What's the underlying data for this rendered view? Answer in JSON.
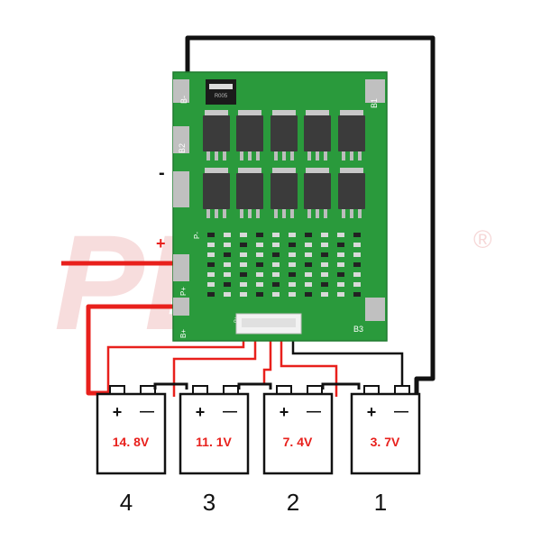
{
  "watermark": {
    "text": "PLM",
    "registered_symbol": "®",
    "color": "#e8a0a0"
  },
  "board": {
    "silkscreen": {
      "b_minus": "B-",
      "b1": "B1",
      "b2": "B2",
      "b3": "B3",
      "p_minus": "P-",
      "p_plus": "P+",
      "b_plus": "B+",
      "b_plus_connector": "B+"
    },
    "colors": {
      "pcb": "#2a9a3c",
      "mosfet": "#3b3b3b",
      "pad": "#c0c0c0"
    }
  },
  "output_terminals": {
    "negative_symbol": "-",
    "positive_symbol": "+"
  },
  "batteries": [
    {
      "voltage": "14. 8V",
      "plus": "+",
      "minus": "—",
      "number": "4"
    },
    {
      "voltage": "11. 1V",
      "plus": "+",
      "minus": "—",
      "number": "3"
    },
    {
      "voltage": "7. 4V",
      "plus": "+",
      "minus": "—",
      "number": "2"
    },
    {
      "voltage": "3. 7V",
      "plus": "+",
      "minus": "—",
      "number": "1"
    }
  ],
  "wire_colors": {
    "black": "#111111",
    "red": "#e8201c",
    "dark_red": "#8a1410"
  }
}
